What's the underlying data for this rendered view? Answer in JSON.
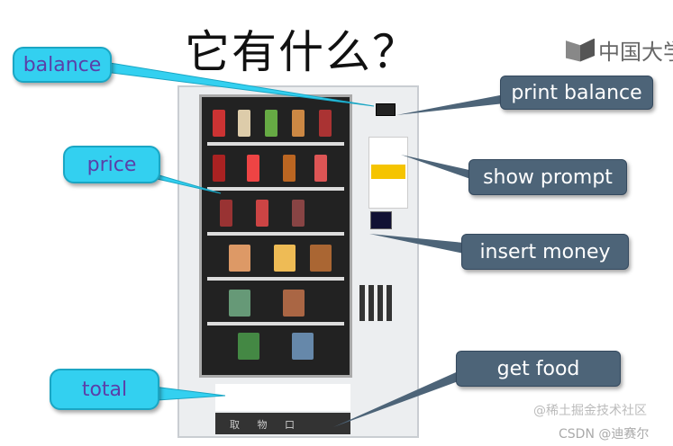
{
  "slide": {
    "title": "它有什么？",
    "logo_text": "中国大学"
  },
  "callouts": {
    "balance": "balance",
    "price": "price",
    "total": "total",
    "print_balance": "print balance",
    "show_prompt": "show prompt",
    "insert_money": "insert money",
    "get_food": "get food"
  },
  "machine": {
    "dispenser_label": "取 物 口"
  },
  "watermarks": {
    "primary": "@稀土掘金技术社区",
    "secondary": "CSDN @迪赛尔"
  },
  "colors": {
    "cyan_callout": "#33d0f0",
    "cyan_text": "#5b3fa8",
    "dark_callout": "#4d6478"
  }
}
